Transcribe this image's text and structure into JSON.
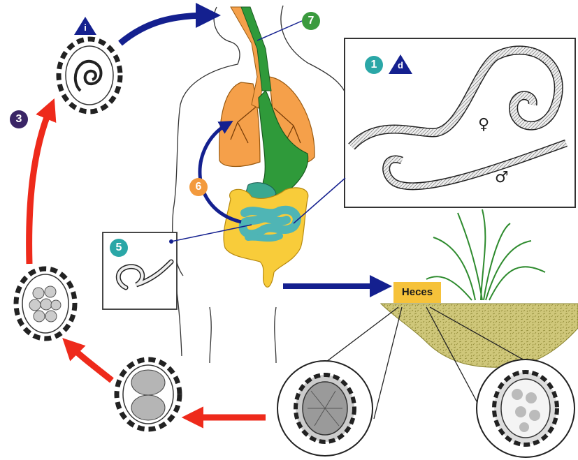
{
  "labels": {
    "stage_i": "i",
    "stage_1": "1",
    "stage_d": "d",
    "stage_3": "3",
    "stage_5": "5",
    "stage_6": "6",
    "stage_7": "7",
    "heces": "Heces",
    "female_symbol": "♀",
    "male_symbol": "♂"
  },
  "colors": {
    "badge_green": "#3a9a3e",
    "badge_teal": "#2aa7a7",
    "badge_orange": "#f39a3d",
    "badge_purple": "#3a2566",
    "arrow_blue": "#14208f",
    "arrow_red": "#ee2a1b",
    "lung_orange": "#f5a04a",
    "gut_green": "#2f9a3a",
    "colon_yellow": "#f8cc3a",
    "intestine_teal": "#4fb5b5",
    "soil": "#c8c16a"
  }
}
